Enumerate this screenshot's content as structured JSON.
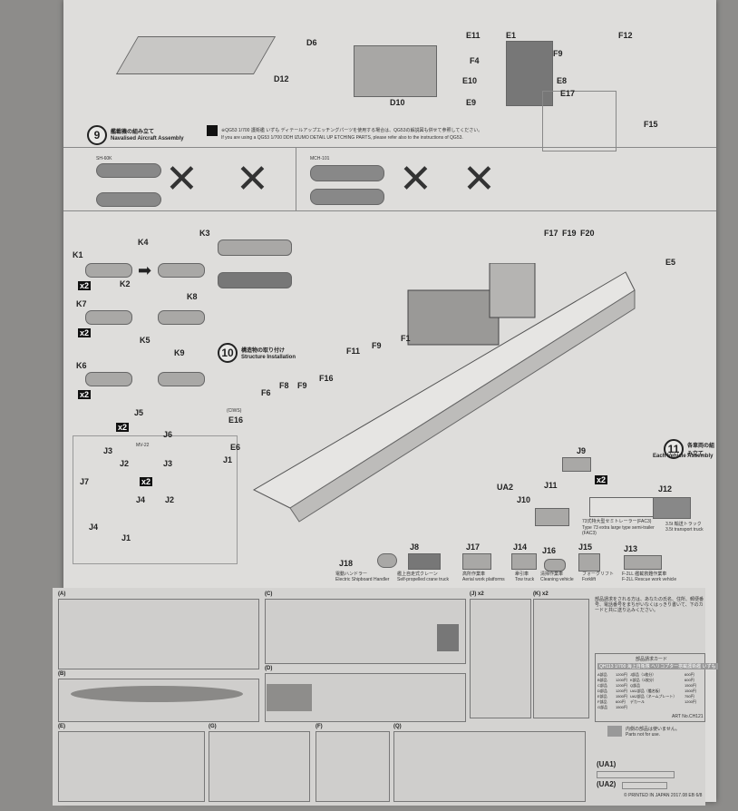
{
  "step9": {
    "number": "9",
    "title_jp": "艦載機の組み立て",
    "title_en": "Navalised Aircraft Assembly",
    "note_jp": "※QG53 1/700 護衛艦 いずも ディテールアップエッチングパーツを使用する場合は、QG53の解説図も併せて参照してください。",
    "note_en": "If you are using a QG53 1/700 DDH IZUMO DETAIL UP ETCHING PARTS, please refer also to the instructions of QG53."
  },
  "aircraft": [
    "SH-60K",
    "MCH-101",
    "MV-22"
  ],
  "step10": {
    "number": "10",
    "title_jp": "構造物の取り付け",
    "title_en": "Structure Installation"
  },
  "step11": {
    "number": "11",
    "title_jp": "各車両の組み立て",
    "title_en": "Each Vehicle Assembly"
  },
  "top_parts": [
    "D6",
    "D12",
    "D10",
    "E11",
    "E1",
    "F4",
    "F9",
    "E10",
    "E8",
    "E17",
    "E9",
    "F12",
    "F15"
  ],
  "mid_parts": [
    "K1",
    "K2",
    "K3",
    "K4",
    "K5",
    "K6",
    "K7",
    "K8",
    "K9",
    "J1",
    "J2",
    "J3",
    "J4",
    "J5",
    "J6",
    "J7",
    "F1",
    "F6",
    "F8",
    "F9",
    "F11",
    "F16",
    "F17",
    "F19",
    "F20",
    "E5",
    "E6",
    "E16",
    "(CIWS)"
  ],
  "vehicles": [
    {
      "part": "J18",
      "jp": "電動ハンドラー",
      "en": "Electric Shipboard Handler"
    },
    {
      "part": "J8",
      "jp": "艦上自走式クレーン",
      "en": "Self-propelled crane truck"
    },
    {
      "part": "J17",
      "jp": "高所作業車",
      "en": "Aerial work platforms"
    },
    {
      "part": "J14",
      "jp": "牽引車",
      "en": "Tow truck"
    },
    {
      "part": "J16",
      "jp": "清掃作業車",
      "en": "Cleaning vehicle"
    },
    {
      "part": "J15",
      "jp": "フォークリフト",
      "en": "Forklift"
    },
    {
      "part": "J13",
      "jp": "F-2LL 艦載救難作業車",
      "en": "F-2LL Rescue work vehicle"
    }
  ],
  "vehicles11": [
    "J9",
    "J10",
    "J11",
    "J12",
    "UA2"
  ],
  "vehicle11_labels": {
    "trailer_en": "Type 73 extra large type semi-trailer (FAC3)",
    "truck_en": "3.5t transport truck",
    "trailer_jp": "73式特大型セミトレーラー(FAC3)",
    "truck_jp": "3.5t 輸送トラック"
  },
  "multipliers": [
    "x2",
    "x2",
    "x2",
    "x2",
    "x2",
    "x2"
  ],
  "runners": [
    "(A)",
    "(B)",
    "(C)",
    "(D)",
    "(E)",
    "(F)",
    "(G)",
    "(J) x2",
    "(K) x2",
    "(Q)"
  ],
  "order_card": {
    "title": "部品請求カード",
    "product": "QH113 1/700 海上自衛隊 ヘリコプター搭載護衛艦 いずも",
    "rows": [
      [
        "A部品",
        "1200円",
        "J部品（1枚分）",
        "600円"
      ],
      [
        "B部品",
        "1200円",
        "K部品（1枚分）",
        "600円"
      ],
      [
        "C部品",
        "1200円",
        "Q部品",
        "1500円"
      ],
      [
        "D部品",
        "1200円",
        "UA1部品（艦名板）",
        "1500円"
      ],
      [
        "E部品",
        "1500円",
        "UA2部品（ネームプレート）",
        "750円"
      ],
      [
        "F部品",
        "600円",
        "デカール",
        "1200円"
      ],
      [
        "G部品",
        "1500円",
        "",
        ""
      ]
    ],
    "art_no": "ART No.CH121"
  },
  "notice_jp": "部品請求をされる方は、あなたの氏名、住所、郵便番号、電話番号をまちがいなくはっきり書いて、下のカードと共に送り込みください。",
  "unused_parts": {
    "jp": "内側の部品は使いません。",
    "en": "Parts not for use."
  },
  "ua_labels": [
    "(UA1)",
    "(UA2)"
  ],
  "printed": "© PRINTED IN JAPAN 2017.08 EB 6/8"
}
